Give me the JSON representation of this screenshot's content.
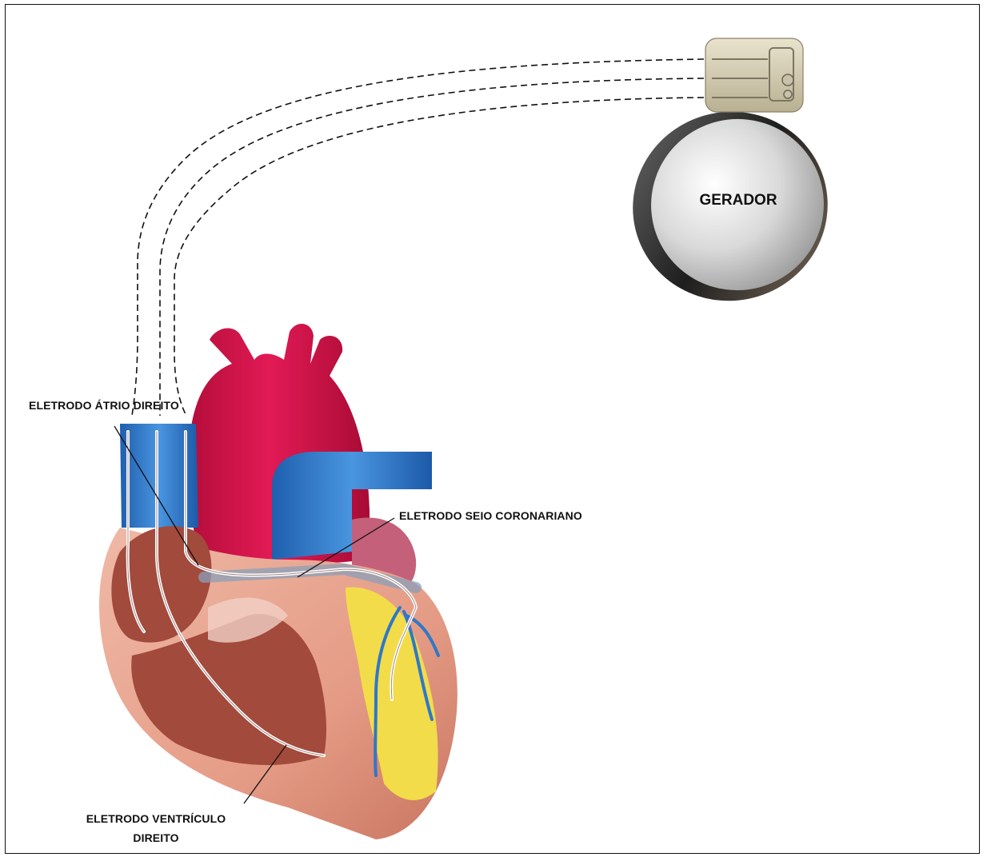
{
  "diagram": {
    "labels": {
      "generator": "GERADOR",
      "right_atrium_lead": "ELETRODO ÁTRIO DIREITO",
      "coronary_sinus_lead": "ELETRODO SEIO CORONARIANO",
      "right_ventricle_lead_line1": "ELETRODO VENTRÍCULO",
      "right_ventricle_lead_line2": "DIREITO"
    },
    "colors": {
      "aorta": "#d8134a",
      "vena_cava": "#2f78c8",
      "myocardium": "#e8a08a",
      "chamber": "#a0473a",
      "fat": "#f2dc4a",
      "lead": "#ffffff",
      "generator_rim": "#3a3a3a",
      "generator_face": "#dadada"
    },
    "icons": {
      "generator": "pacemaker-generator-icon",
      "heart": "heart-anatomy-icon"
    }
  }
}
